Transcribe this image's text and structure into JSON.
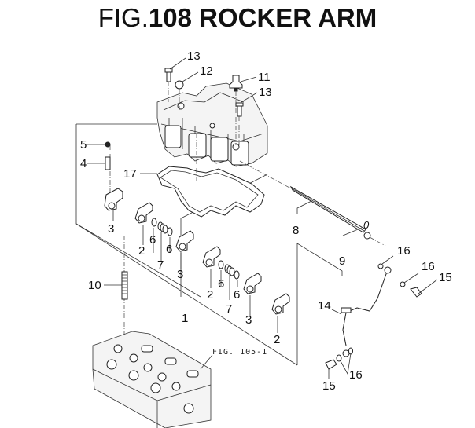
{
  "figure": {
    "title_prefix": "FIG.",
    "title_bold": "108 ROCKER ARM"
  },
  "callouts": {
    "c13a": "13",
    "c12": "12",
    "c11": "11",
    "c13b": "13",
    "c5": "5",
    "c4": "4",
    "c17": "17",
    "c3a": "3",
    "c2a": "2",
    "c6a": "6",
    "c7a": "7",
    "c6b": "6",
    "c3b": "3",
    "c10": "10",
    "c1": "1",
    "c2b": "2",
    "c6c": "6",
    "c7b": "7",
    "c6d": "6",
    "c3c": "3",
    "c2c": "2",
    "c8": "8",
    "c9": "9",
    "c16a": "16",
    "c16b": "16",
    "c15a": "15",
    "c14": "14",
    "c15b": "15",
    "c16c": "16"
  },
  "references": {
    "cylinder_head": "FIG. 105-1"
  }
}
